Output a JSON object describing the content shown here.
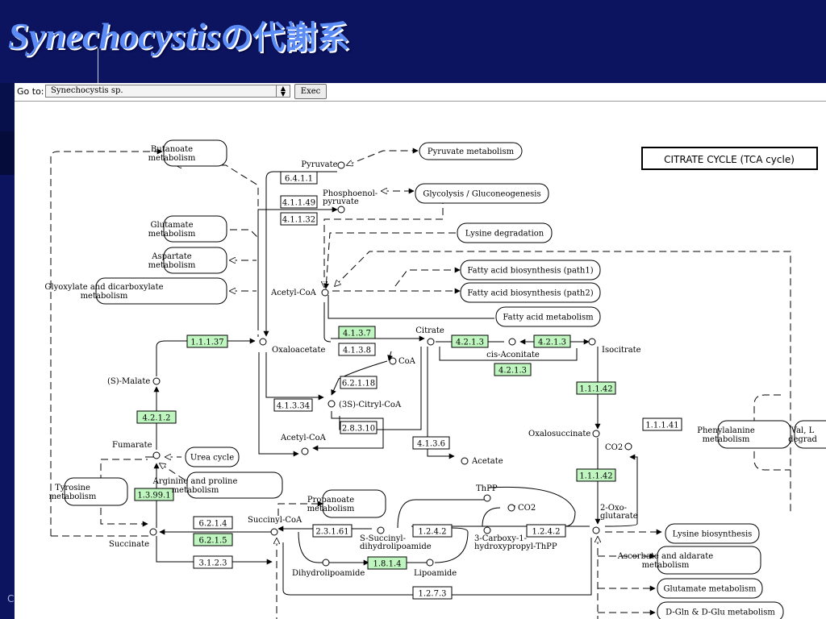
{
  "slide": {
    "title_italic": "Synechocystis",
    "title_jp": "の代謝系",
    "corner_char": "C"
  },
  "toolbar": {
    "goto_label": "Go to:",
    "organism": "Synechocystis sp.",
    "exec_label": "Exec"
  },
  "map": {
    "title": "CITRATE CYCLE (TCA cycle)",
    "pathways": {
      "butanoate": [
        "Butanoate",
        "metabolism"
      ],
      "glutamate": [
        "Glutamate",
        "metabolism"
      ],
      "aspartate": [
        "Aspartate",
        "metabolism"
      ],
      "glyoxylate": [
        "Glyoxylate and dicarboxylate",
        "metabolism"
      ],
      "pyruvate_met": "Pyruvate metabolism",
      "glycolysis": "Glycolysis / Gluconeogenesis",
      "lysine_deg": "Lysine degradation",
      "fa_path1": "Fatty acid biosynthesis (path1)",
      "fa_path2": "Fatty acid biosynthesis (path2)",
      "fa_met": "Fatty acid metabolism",
      "urea": "Urea cycle",
      "arginine": [
        "Arginine and proline",
        "metabolism"
      ],
      "tyrosine": [
        "Tyrosine",
        "metabolism"
      ],
      "propanoate": [
        "Propanoate",
        "metabolism"
      ],
      "phenylalanine": [
        "Phenylalanine",
        "metabolism"
      ],
      "val_leu": [
        "Val, L",
        "degrad"
      ],
      "lysine_bio": "Lysine biosynthesis",
      "ascorbate": [
        "Ascorbate and aldarate",
        "metabolism"
      ],
      "glutamate_met": "Glutamate metabolism",
      "dgln": "D-Gln & D-Glu metabolism"
    },
    "compounds": {
      "pyruvate": "Pyruvate",
      "pep": [
        "Phosphoenol-",
        "pyruvate"
      ],
      "acetyl_coa": "Acetyl-CoA",
      "acetyl_coa2": "Acetyl-CoA",
      "citrate": "Citrate",
      "oxaloacetate": "Oxaloacetate",
      "coa": "CoA",
      "s_malate": "(S)-Malate",
      "citryl_coa": "(3S)-Citryl-CoA",
      "cis_aconitate": "cis-Aconitate",
      "isocitrate": "Isocitrate",
      "fumarate": "Fumarate",
      "oxalosuccinate": "Oxalosuccinate",
      "co2": "CO2",
      "co2b": "CO2",
      "acetate": "Acetate",
      "succinate": "Succinate",
      "succinyl_coa": "Succinyl-CoA",
      "thpp": "ThPP",
      "oxoglutarate": [
        "2-Oxo-",
        "glutarate"
      ],
      "s_succinyl": [
        "S-Succinyl-",
        "dihydrolipoamide"
      ],
      "carboxy": [
        "3-Carboxy-1-",
        "hydroxypropyl-ThPP"
      ],
      "dihydrolipoamide": "Dihydrolipoamide",
      "lipoamide": "Lipoamide"
    },
    "enzymes": {
      "e6411": "6.4.1.1",
      "e41149": "4.1.1.49",
      "e41132": "4.1.1.32",
      "e11137": "1.1.1.37",
      "e4137": "4.1.3.7",
      "e4138": "4.1.3.8",
      "e4213a": "4.2.1.3",
      "e4213b": "4.2.1.3",
      "e4213c": "4.2.1.3",
      "e62118": "6.2.1.18",
      "e41334": "4.1.3.34",
      "e28310": "2.8.3.10",
      "e4136": "4.1.3.6",
      "e4212": "4.2.1.2",
      "e11142a": "1.1.1.42",
      "e11142b": "1.1.1.42",
      "e11141": "1.1.1.41",
      "e13991": "1.3.99.1",
      "e6214": "6.2.1.4",
      "e6215": "6.2.1.5",
      "e3123": "3.1.2.3",
      "e23161": "2.3.1.61",
      "e1242a": "1.2.4.2",
      "e1242b": "1.2.4.2",
      "e1814": "1.8.1.4",
      "e1273": "1.2.7.3"
    },
    "colors": {
      "present_enzyme": "#bff5bf",
      "absent_enzyme": "#ffffff",
      "background": "#0c1460"
    }
  }
}
